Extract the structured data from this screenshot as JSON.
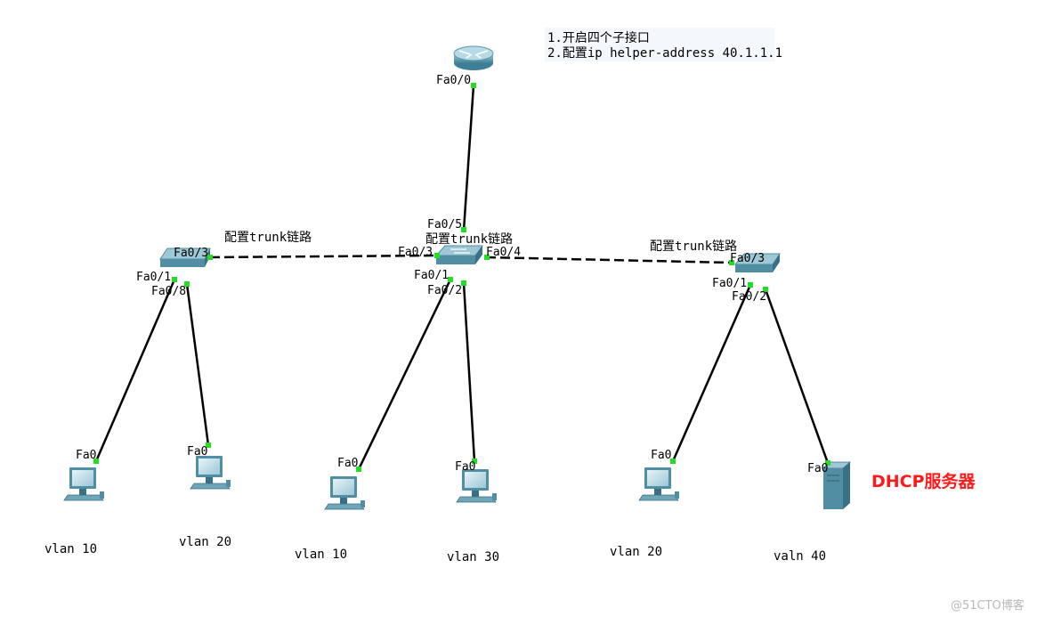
{
  "notes": {
    "line1": "1.开启四个子接口",
    "line2": "2.配置ip helper-address 40.1.1.1"
  },
  "trunk_labels": {
    "left": "配置trunk链路",
    "center": "配置trunk链路",
    "right": "配置trunk链路"
  },
  "router": {
    "port_fa0_0": "Fa0/0"
  },
  "switch_left": {
    "port_fa0_3": "Fa0/3",
    "port_fa0_1": "Fa0/1",
    "port_fa0_8": "Fa0/8"
  },
  "switch_center": {
    "port_fa0_5": "Fa0/5",
    "port_fa0_3": "Fa0/3",
    "port_fa0_4": "Fa0/4",
    "port_fa0_1": "Fa0/1",
    "port_fa0_2": "Fa0/2"
  },
  "switch_right": {
    "port_fa0_3": "Fa0/3",
    "port_fa0_1": "Fa0/1",
    "port_fa0_2": "Fa0/2"
  },
  "hosts": [
    {
      "port": "Fa0",
      "vlan": "vlan 10"
    },
    {
      "port": "Fa0",
      "vlan": "vlan 20"
    },
    {
      "port": "Fa0",
      "vlan": "vlan 10"
    },
    {
      "port": "Fa0",
      "vlan": "vlan 30"
    },
    {
      "port": "Fa0",
      "vlan": "vlan 20"
    }
  ],
  "server": {
    "port": "Fa0",
    "vlan": "valn 40",
    "title": "DHCP服务器"
  },
  "watermark": "@51CTO博客",
  "colors": {
    "link": "#000000",
    "port_light": "#22dd22",
    "dhcp_label": "#ff1a1a",
    "device_teal": "#4f8ea3"
  }
}
